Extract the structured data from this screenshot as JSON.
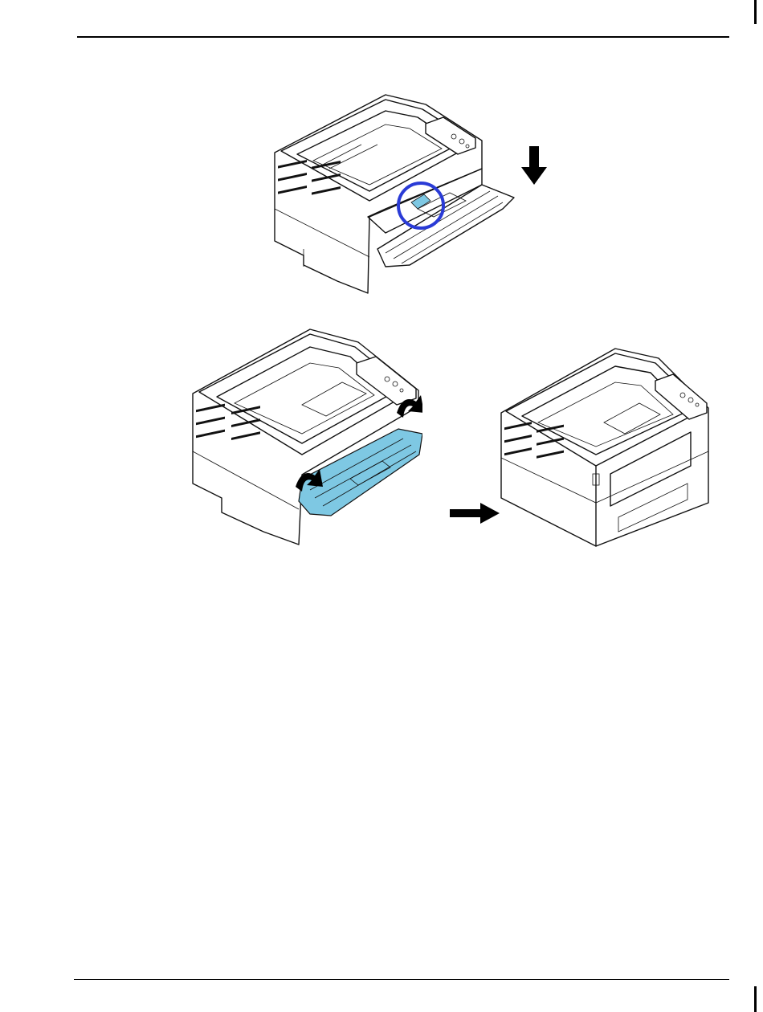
{
  "page": {
    "steps": [
      {
        "id": "step-open-front-cover",
        "illustration": "printer-front-cover-open-lever-highlighted",
        "arrow": "down-arrow-icon"
      },
      {
        "id": "step-install-drum",
        "illustration": "printer-drum-unit-inserted",
        "arrow": "rotate-arrow-icon"
      },
      {
        "id": "step-close-cover",
        "illustration": "printer-front-cover-closed",
        "arrow": "right-arrow-icon"
      }
    ]
  },
  "colors": {
    "highlight_circle": "#2a3bd6",
    "drum_unit": "#7ec8e3",
    "line": "#111111",
    "background": "#ffffff"
  }
}
